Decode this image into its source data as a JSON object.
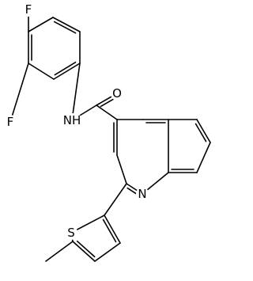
{
  "molecule": {
    "atoms": [
      {
        "id": "f_top",
        "label": "F"
      },
      {
        "id": "f_left",
        "label": "F"
      },
      {
        "id": "n_amide",
        "label": "NH"
      },
      {
        "id": "o_carbonyl",
        "label": "O"
      },
      {
        "id": "n_ring",
        "label": "N"
      },
      {
        "id": "s_ring",
        "label": "S"
      }
    ]
  }
}
